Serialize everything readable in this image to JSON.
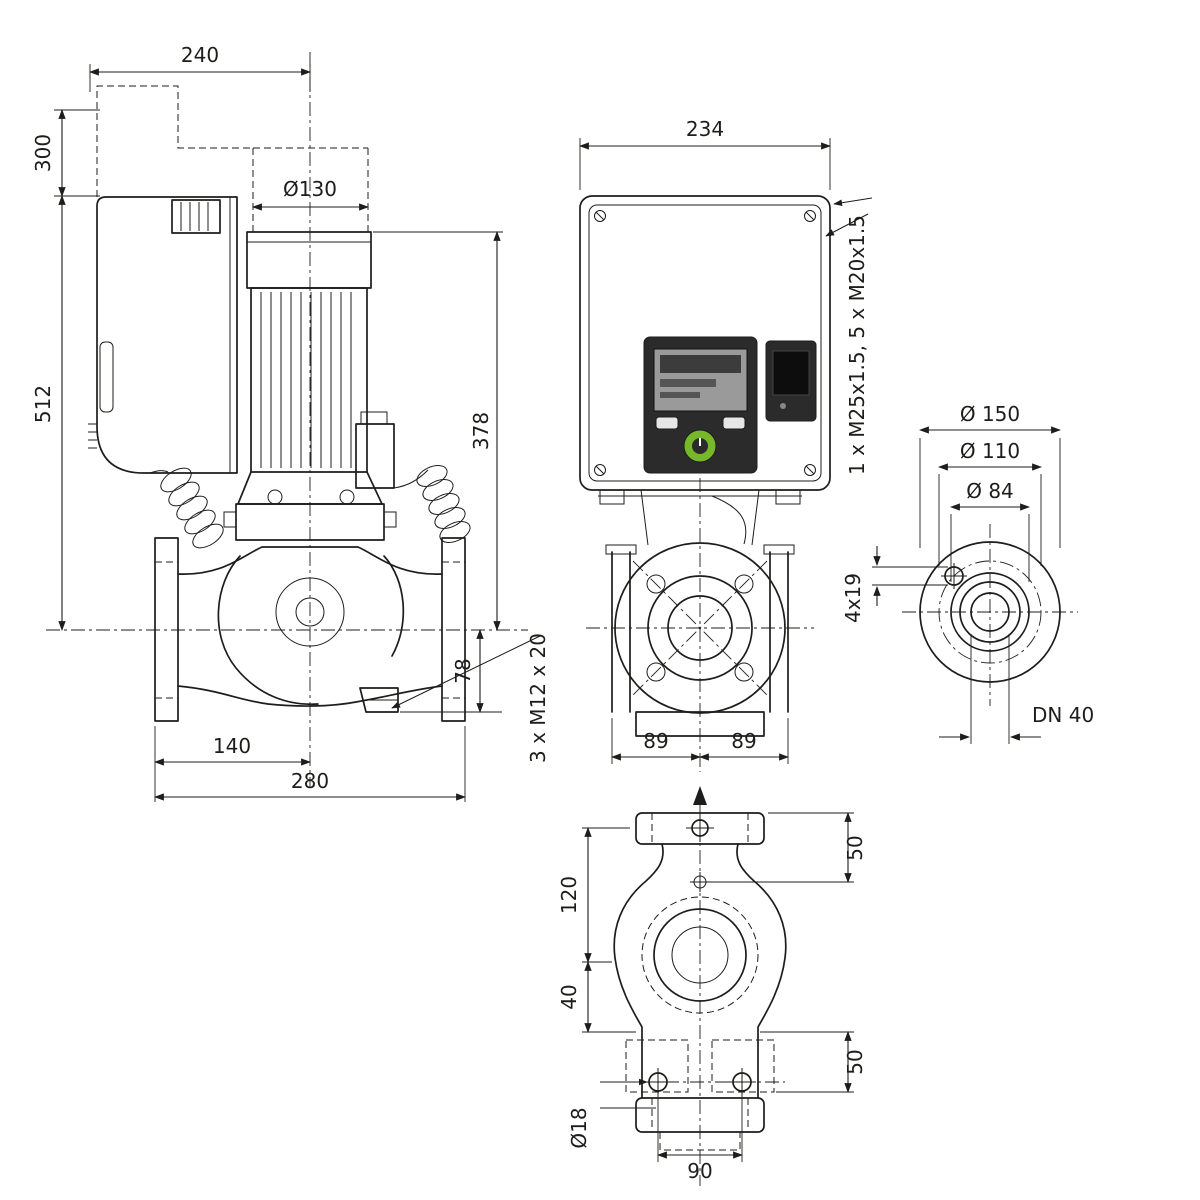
{
  "drawing": {
    "type": "pump-dimensional-drawing",
    "line_color": "#1d1d1b",
    "accent_green": "#76b82a",
    "views": {
      "side": {
        "width_top": "240",
        "height_upper": "300",
        "height_total": "512",
        "motor_diameter": "Ø130",
        "height_motor_to_axis": "378",
        "height_axis_to_drain": "78",
        "width_flange_to_center": "140",
        "width_flange_to_flange": "280",
        "drain_note": "3 x M12 x 20"
      },
      "front": {
        "module_width": "234",
        "gland_note": "1 x M25x1.5, 5 x M20x1.5",
        "half_width_left": "89",
        "half_width_right": "89"
      },
      "flange": {
        "outer_diameter": "Ø 150",
        "bolt_circle_diameter": "Ø 110",
        "hub_diameter": "Ø 84",
        "bolt_holes": "4x19",
        "nominal_diameter": "DN 40"
      },
      "top": {
        "flange_to_port": "50",
        "port_to_volute": "120",
        "volute_to_foot": "40",
        "foot_to_flange": "50",
        "foot_hole_diameter": "Ø18",
        "foot_hole_spacing": "90"
      }
    }
  }
}
